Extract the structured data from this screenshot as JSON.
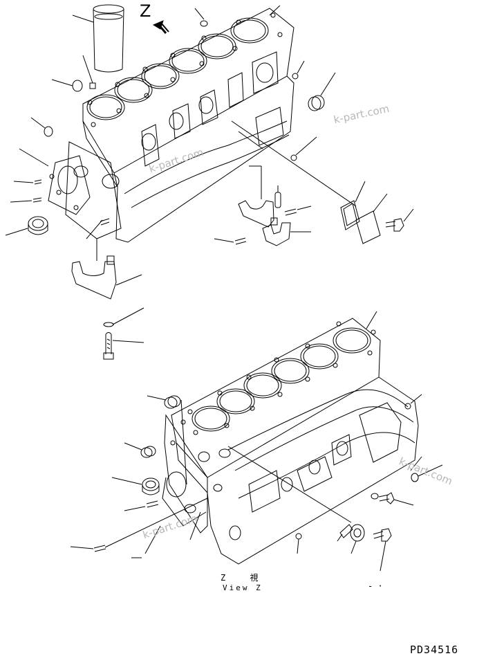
{
  "view_marker": {
    "letter": "Z"
  },
  "view_caption": {
    "japanese": "Z 視",
    "english": "View Z"
  },
  "dash_mark": "- ·",
  "watermarks": [
    "k-part.com",
    "k-part.com",
    "k-part.com",
    "k-part.com"
  ],
  "drawing_number": "PD34516",
  "colors": {
    "line": "#000000",
    "background": "#ffffff",
    "watermark": "#b8b8b8"
  }
}
